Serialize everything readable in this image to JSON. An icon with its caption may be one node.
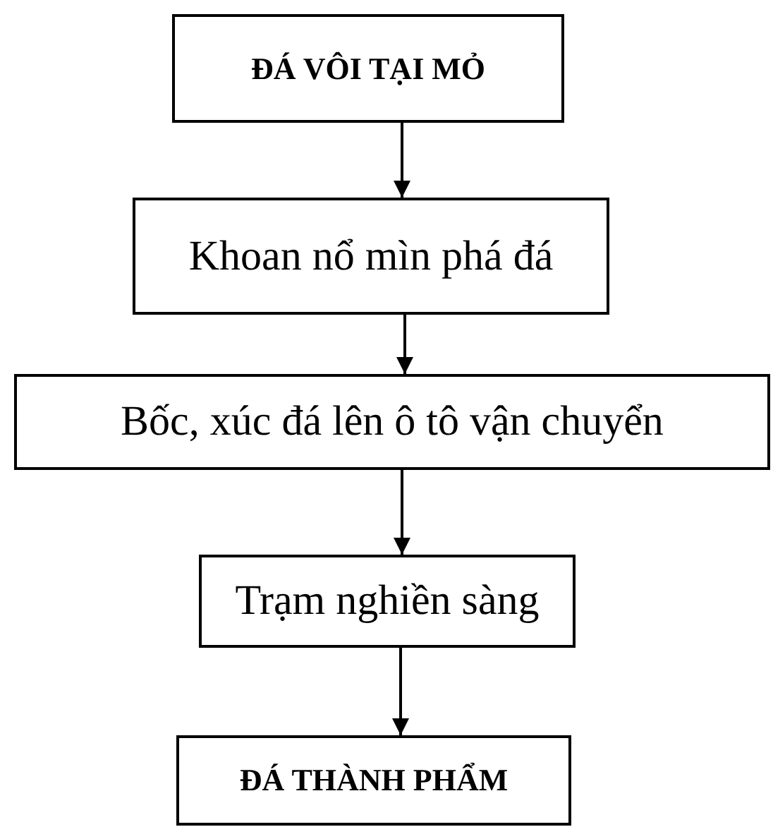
{
  "diagram": {
    "nodes": [
      {
        "text": [
          "ĐÁ VÔI TẠI MỎ"
        ]
      },
      {
        "text": [
          "Khoan nổ mìn phá đá"
        ]
      },
      {
        "text": [
          "Bốc, xúc đá lên ô tô vận chuyển"
        ]
      },
      {
        "text": [
          "Trạm nghiền sàng"
        ]
      },
      {
        "text": [
          "ĐÁ THÀNH PHẨM"
        ]
      }
    ],
    "edges": [
      {
        "from": 0,
        "to": 1,
        "arrow": "to"
      },
      {
        "from": 1,
        "to": 2,
        "arrow": "to"
      },
      {
        "from": 2,
        "to": 3,
        "arrow": "to"
      },
      {
        "from": 3,
        "to": 4,
        "arrow": "to"
      }
    ]
  }
}
